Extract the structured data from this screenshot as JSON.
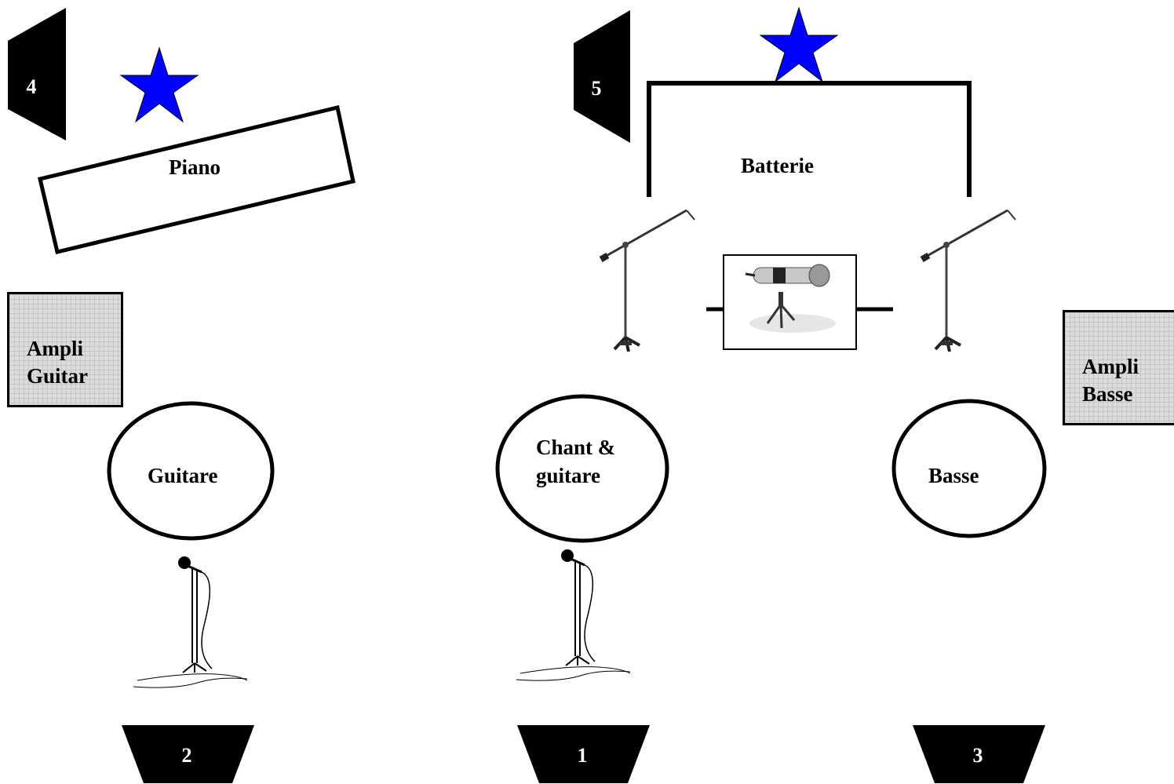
{
  "piano": {
    "label": "Piano"
  },
  "drums": {
    "label": "Batterie"
  },
  "amps": [
    {
      "line1": "Ampli",
      "line2": "Guitar"
    },
    {
      "line1": "Ampli",
      "line2": "Basse"
    }
  ],
  "positions": [
    {
      "label": "Guitare"
    },
    {
      "line1": "Chant &",
      "line2": "guitare"
    },
    {
      "label": "Basse"
    }
  ],
  "monitors": {
    "m1": "1",
    "m2": "2",
    "m3": "3",
    "m4": "4",
    "m5": "5"
  },
  "colors": {
    "star": "#0000ff",
    "monitor": "#000000",
    "outline": "#000000",
    "amp_fill": "#dcdcdc"
  },
  "icons": [
    "star-icon",
    "boom-mic-stand-icon",
    "vocal-mic-stand-icon",
    "desk-microphone-icon"
  ]
}
